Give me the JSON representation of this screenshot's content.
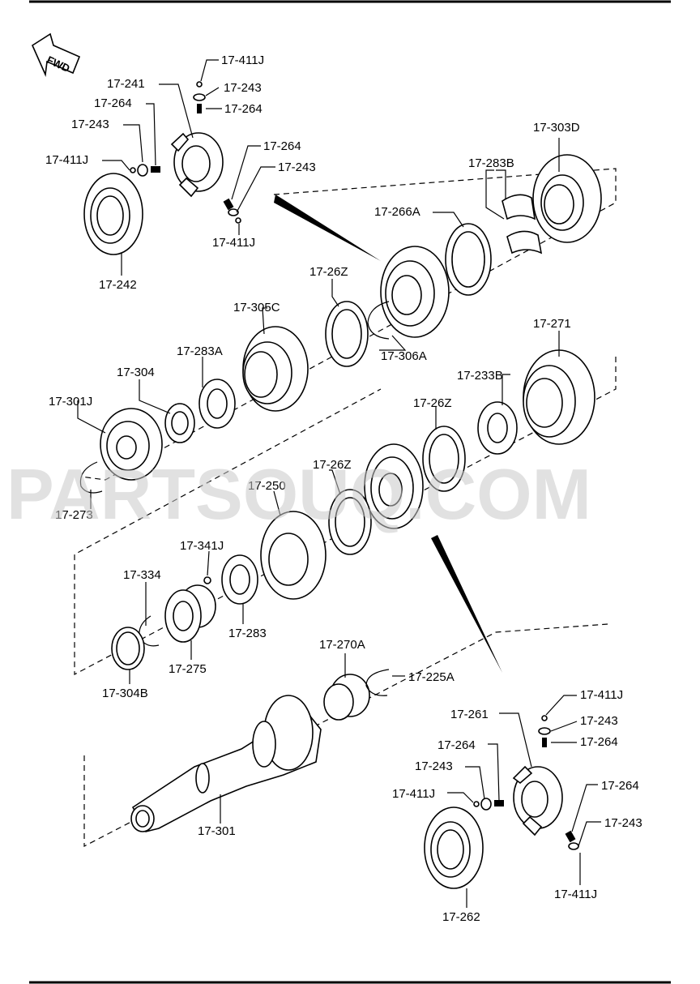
{
  "direction_indicator": "FWD",
  "watermark": "PARTSOUQ.COM",
  "callouts": [
    {
      "id": "c1",
      "text": "17-411J"
    },
    {
      "id": "c2",
      "text": "17-243"
    },
    {
      "id": "c3",
      "text": "17-264"
    },
    {
      "id": "c4",
      "text": "17-241"
    },
    {
      "id": "c5",
      "text": "17-264"
    },
    {
      "id": "c6",
      "text": "17-243"
    },
    {
      "id": "c7",
      "text": "17-411J"
    },
    {
      "id": "c8",
      "text": "17-264"
    },
    {
      "id": "c9",
      "text": "17-243"
    },
    {
      "id": "c10",
      "text": "17-411J"
    },
    {
      "id": "c11",
      "text": "17-242"
    },
    {
      "id": "c12",
      "text": "17-303D"
    },
    {
      "id": "c13",
      "text": "17-283B"
    },
    {
      "id": "c14",
      "text": "17-266A"
    },
    {
      "id": "c15",
      "text": "17-26Z"
    },
    {
      "id": "c16",
      "text": "17-305C"
    },
    {
      "id": "c17",
      "text": "17-306A"
    },
    {
      "id": "c18",
      "text": "17-283A"
    },
    {
      "id": "c19",
      "text": "17-304"
    },
    {
      "id": "c20",
      "text": "17-301J"
    },
    {
      "id": "c21",
      "text": "17-271"
    },
    {
      "id": "c22",
      "text": "17-233B"
    },
    {
      "id": "c23",
      "text": "17-26Z"
    },
    {
      "id": "c24",
      "text": "17-273"
    },
    {
      "id": "c25",
      "text": "17-26Z"
    },
    {
      "id": "c26",
      "text": "17-250"
    },
    {
      "id": "c27",
      "text": "17-341J"
    },
    {
      "id": "c28",
      "text": "17-334"
    },
    {
      "id": "c29",
      "text": "17-283"
    },
    {
      "id": "c30",
      "text": "17-275"
    },
    {
      "id": "c31",
      "text": "17-304B"
    },
    {
      "id": "c32",
      "text": "17-270A"
    },
    {
      "id": "c33",
      "text": "17-225A"
    },
    {
      "id": "c34",
      "text": "17-411J"
    },
    {
      "id": "c35",
      "text": "17-261"
    },
    {
      "id": "c36",
      "text": "17-243"
    },
    {
      "id": "c37",
      "text": "17-264"
    },
    {
      "id": "c38",
      "text": "17-264"
    },
    {
      "id": "c39",
      "text": "17-243"
    },
    {
      "id": "c40",
      "text": "17-264"
    },
    {
      "id": "c41",
      "text": "17-411J"
    },
    {
      "id": "c42",
      "text": "17-243"
    },
    {
      "id": "c43",
      "text": "17-301"
    },
    {
      "id": "c44",
      "text": "17-411J"
    },
    {
      "id": "c45",
      "text": "17-262"
    }
  ]
}
